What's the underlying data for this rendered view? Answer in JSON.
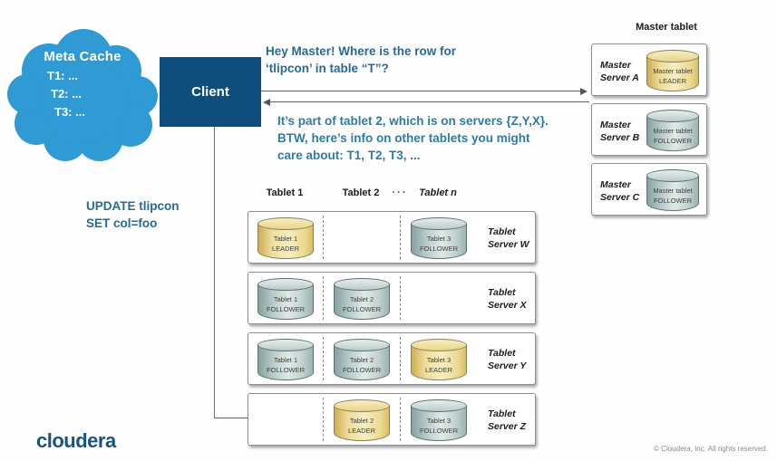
{
  "colors": {
    "cloud_blue": "#2f9ad4",
    "client_navy": "#0f4e7c",
    "request_text": "#2a6a94",
    "response_text": "#2e7ca2",
    "leader_yellow": "#eedd9b",
    "follower_gray": "#bccfcd",
    "logo_blue": "#17547f"
  },
  "meta_cache": {
    "title": "Meta Cache",
    "entries": [
      "T1: ...",
      "T2: ...",
      "T3: ..."
    ]
  },
  "client": {
    "label": "Client"
  },
  "messages": {
    "request": "Hey Master! Where is the row for\n‘tlipcon’ in table “T”?",
    "response": "It’s part of tablet 2, which is on servers {Z,Y,X}.\nBTW, here’s info on other tablets you might\ncare about: T1, T2, T3, ...",
    "update": "UPDATE tlipcon\nSET col=foo"
  },
  "master_section": {
    "title": "Master tablet",
    "servers": [
      {
        "name": "Master\nServer A",
        "tablet": {
          "label": "Master tablet\nLEADER",
          "role": "leader"
        }
      },
      {
        "name": "Master\nServer B",
        "tablet": {
          "label": "Master tablet\nFOLLOWER",
          "role": "follower"
        }
      },
      {
        "name": "Master\nServer C",
        "tablet": {
          "label": "Master tablet\nFOLLOWER",
          "role": "follower"
        }
      }
    ]
  },
  "tablet_grid": {
    "column_headers": [
      "Tablet 1",
      "Tablet 2",
      "···",
      "Tablet n"
    ],
    "rows": [
      {
        "server": "Tablet\nServer W",
        "tablets": [
          {
            "col": 1,
            "label": "Tablet 1\nLEADER",
            "role": "leader"
          },
          {
            "col": 3,
            "label": "Tablet 3\nFOLLOWER",
            "role": "follower"
          }
        ]
      },
      {
        "server": "Tablet\nServer X",
        "tablets": [
          {
            "col": 1,
            "label": "Tablet 1\nFOLLOWER",
            "role": "follower"
          },
          {
            "col": 2,
            "label": "Tablet 2\nFOLLOWER",
            "role": "follower"
          }
        ]
      },
      {
        "server": "Tablet\nServer Y",
        "tablets": [
          {
            "col": 1,
            "label": "Tablet 1\nFOLLOWER",
            "role": "follower"
          },
          {
            "col": 2,
            "label": "Tablet 2\nFOLLOWER",
            "role": "follower"
          },
          {
            "col": 3,
            "label": "Tablet 3\nLEADER",
            "role": "leader"
          }
        ]
      },
      {
        "server": "Tablet\nServer Z",
        "tablets": [
          {
            "col": 2,
            "label": "Tablet 2\nLEADER",
            "role": "leader"
          },
          {
            "col": 3,
            "label": "Tablet 3\nFOLLOWER",
            "role": "follower"
          }
        ]
      }
    ]
  },
  "footer": {
    "logo": "cloudera",
    "copyright": "© Cloudera, Inc. All rights reserved."
  }
}
